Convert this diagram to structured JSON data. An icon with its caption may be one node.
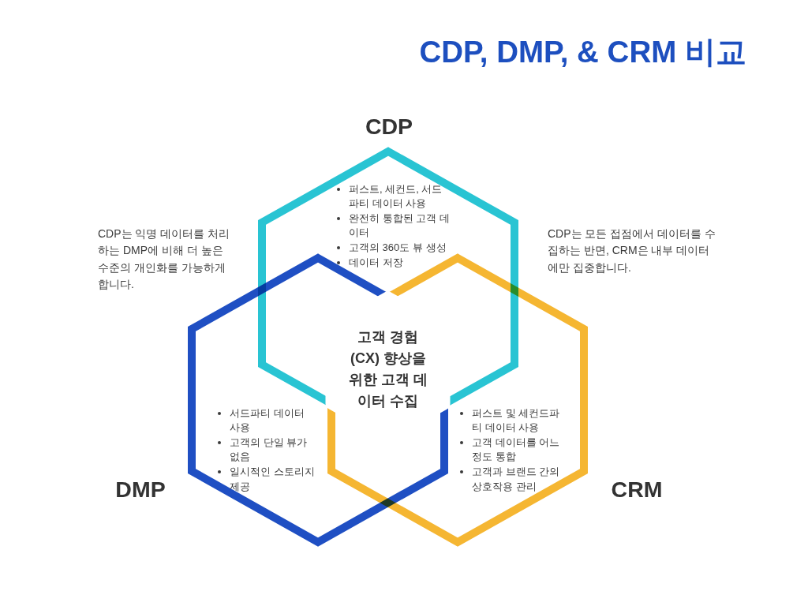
{
  "diagram": {
    "title": "CDP, DMP, & CRM 비교",
    "nodes": [
      {
        "text": [
          "CDP",
          "퍼스트, 세컨드, 서드 파티 데이터 사용",
          "완전히 통합된 고객 데이터",
          "고객의 360도 뷰 생성",
          "데이터 저장"
        ]
      },
      {
        "text": [
          "DMP",
          "서드파티 데이터 사용",
          "고객의 단일 뷰가 없음",
          "일시적인 스토리지 제공"
        ]
      },
      {
        "text": [
          "CRM",
          "퍼스트 및 세컨드파티 데이터 사용",
          "고객 데이터를 어느 정도 통합",
          "고객과 브랜드 간의 상호작용 관리"
        ]
      }
    ],
    "labels": [
      "CDP는 익명 데이터를 처리하는 DMP에 비해 더 높은 수준의 개인화를 가능하게 합니다.",
      "CDP는 모든 접점에서 데이터를 수집하는 반면, CRM은 내부 데이터에만 집중합니다.",
      "고객 경험 (CX) 향상을 위한 고객 데이터 수집"
    ]
  }
}
